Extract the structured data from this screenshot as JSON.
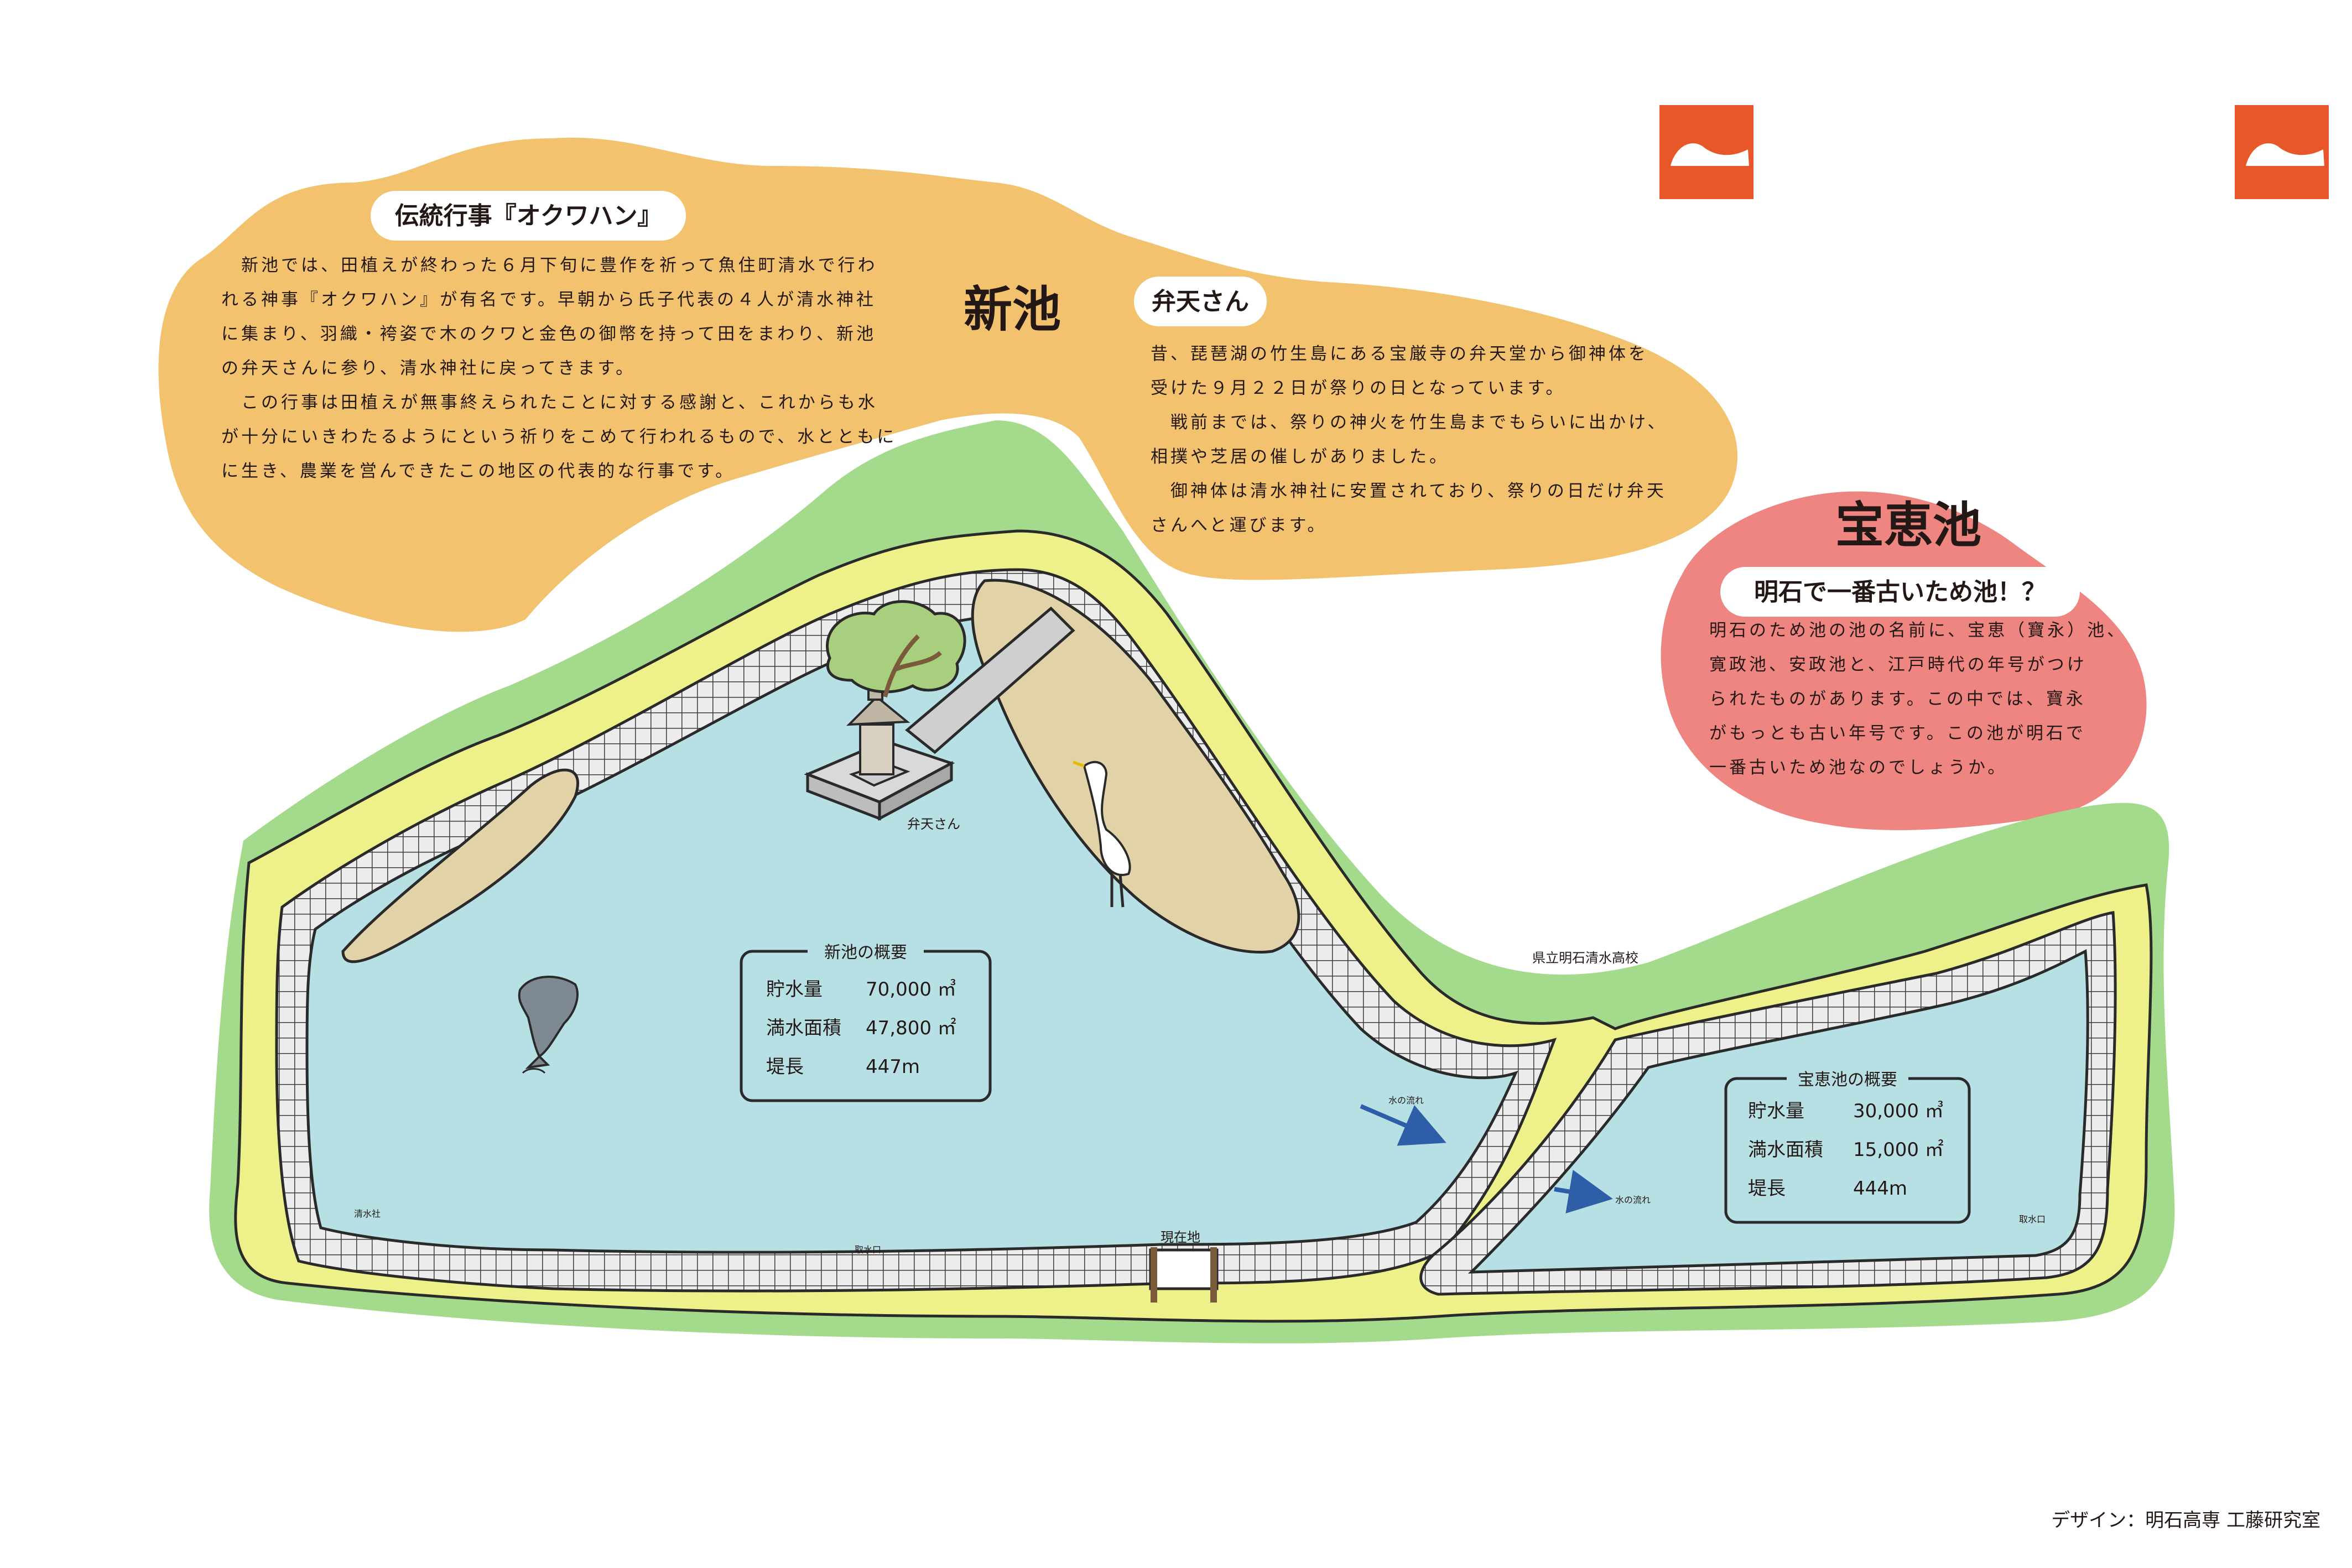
{
  "colors": {
    "shin_bubble": "#F2C26E",
    "houkei_bubble": "#EE8581",
    "grass": "#A3DA8C",
    "embankment_path": "#EEF08A",
    "stone_revetment": "#E8E8E8",
    "water": "#B7E0E4",
    "sandbar": "#E2D2A8",
    "accent_icon_bg": "#E8572A",
    "arrow": "#2E5EA8"
  },
  "icons": [
    "shoe-icon",
    "shoe-icon"
  ],
  "shin_ike": {
    "name": "新池",
    "tradition": {
      "heading": "伝統行事『オクワハン』",
      "lines": [
        "　新池では、田植えが終わった６月下旬に豊作を祈って魚住町清水で行わ",
        "れる神事『オクワハン』が有名です。早朝から氏子代表の４人が清水神社",
        "に集まり、羽織・袴姿で木のクワと金色の御幣を持って田をまわり、新池",
        "の弁天さんに参り、清水神社に戻ってきます。",
        "　この行事は田植えが無事終えられたことに対する感謝と、これからも水",
        "が十分にいきわたるようにという祈りをこめて行われるもので、水とともに",
        "に生き、農業を営んできたこの地区の代表的な行事です。"
      ]
    },
    "benten": {
      "heading": "弁天さん",
      "lines": [
        "昔、琵琶湖の竹生島にある宝厳寺の弁天堂から御神体を",
        "受けた９月２２日が祭りの日となっています。",
        "　戦前までは、祭りの神火を竹生島までもらいに出かけ、",
        "相撲や芝居の催しがありました。",
        "　御神体は清水神社に安置されており、祭りの日だけ弁天",
        "さんへと運びます。"
      ]
    },
    "overview": {
      "title": "新池の概要",
      "rows": [
        {
          "label": "貯水量",
          "value": "70,000 ㎥"
        },
        {
          "label": "満水面積",
          "value": "47,800 ㎡"
        },
        {
          "label": "堤長",
          "value": "447m"
        }
      ]
    }
  },
  "houkei_ike": {
    "name": "宝恵池",
    "heading": "明石で一番古いため池！？",
    "lines": [
      "明石のため池の池の名前に、宝恵（寶永）池、",
      "寛政池、安政池と、江戸時代の年号がつけ",
      "られたものがあります。この中では、寶永",
      "がもっとも古い年号です。この池が明石で",
      "一番古いため池なのでしょうか。"
    ],
    "overview": {
      "title": "宝恵池の概要",
      "rows": [
        {
          "label": "貯水量",
          "value": "30,000 ㎥"
        },
        {
          "label": "満水面積",
          "value": "15,000 ㎡"
        },
        {
          "label": "堤長",
          "value": "444m"
        }
      ]
    }
  },
  "map_labels": {
    "benten": "弁天さん",
    "school": "県立明石清水高校",
    "water_flow_1": "水の流れ",
    "water_flow_2": "水の流れ",
    "shimizu_shrine": "清水社",
    "intake_1": "取水口",
    "intake_2": "取水口",
    "current_location": "現在地"
  },
  "credit": "デザイン：明石高専 工藤研究室"
}
